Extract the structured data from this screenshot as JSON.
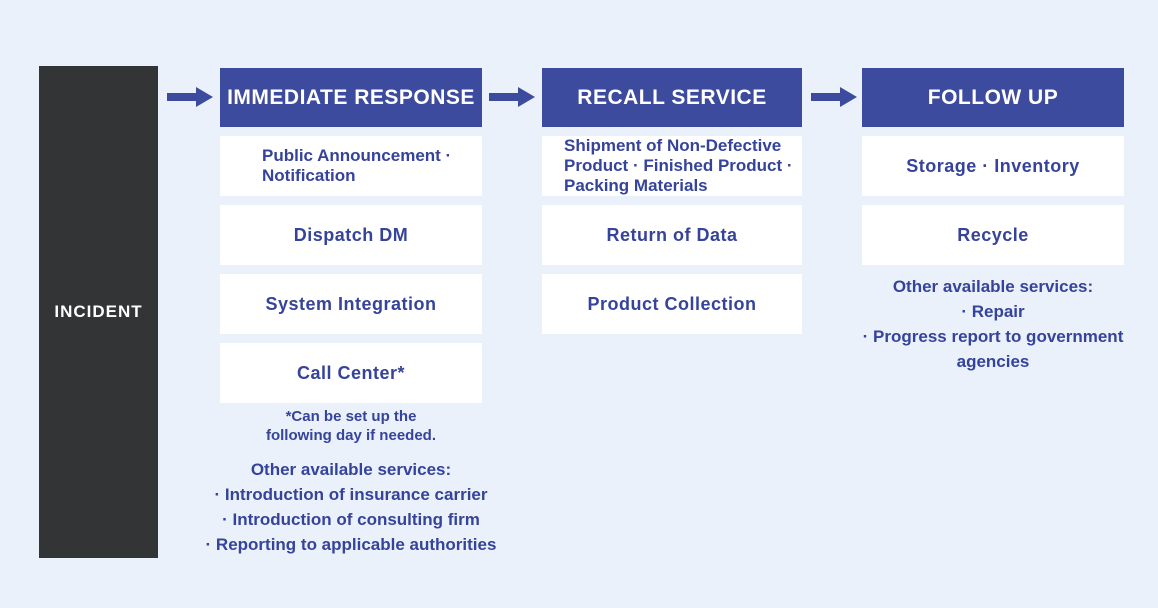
{
  "colors": {
    "page_bg": "#eaf1fb",
    "header_bg": "#3d4b9e",
    "header_text": "#ffffff",
    "incident_bg": "#323435",
    "incident_text": "#ffffff",
    "box_bg": "#ffffff",
    "text_blue": "#35439b",
    "arrow": "#3d4b9e"
  },
  "incident": {
    "label": "INCIDENT"
  },
  "columns": [
    {
      "header": "IMMEDIATE RESPONSE",
      "boxes": [
        {
          "lines": [
            "Public Announcement ·",
            "Notification"
          ]
        },
        {
          "lines": [
            "Dispatch DM"
          ]
        },
        {
          "lines": [
            "System Integration"
          ]
        },
        {
          "lines": [
            "Call Center*"
          ]
        }
      ],
      "footnote_lines": [
        "*Can be set up the",
        "following day if needed."
      ],
      "other_services": {
        "heading": "Other available services:",
        "items": [
          "· Introduction of insurance carrier",
          "· Introduction of consulting firm",
          "· Reporting to applicable authorities"
        ]
      }
    },
    {
      "header": "RECALL SERVICE",
      "boxes": [
        {
          "lines": [
            "Shipment of Non-Defective",
            "Product · Finished Product ·",
            "Packing Materials"
          ]
        },
        {
          "lines": [
            "Return of Data"
          ]
        },
        {
          "lines": [
            "Product Collection"
          ]
        }
      ]
    },
    {
      "header": "FOLLOW UP",
      "boxes": [
        {
          "lines": [
            "Storage · Inventory"
          ]
        },
        {
          "lines": [
            "Recycle"
          ]
        }
      ],
      "other_services": {
        "heading": "Other available services:",
        "items": [
          "· Repair",
          "· Progress report to government agencies"
        ]
      }
    }
  ]
}
